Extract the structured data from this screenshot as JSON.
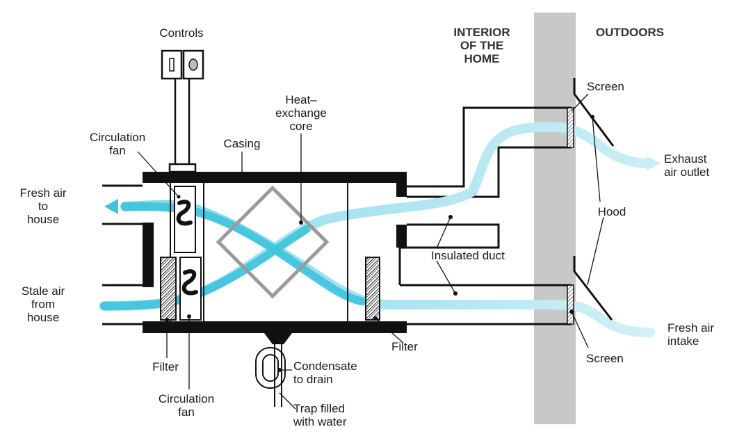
{
  "headings": {
    "interior": [
      "INTERIOR",
      "OF THE",
      "HOME"
    ],
    "outdoors": "OUTDOORS"
  },
  "labels": {
    "controls": "Controls",
    "circulation_fan_top": [
      "Circulation",
      "fan"
    ],
    "casing": "Casing",
    "heat_exchange_core": [
      "Heat–",
      "exchange",
      "core"
    ],
    "fresh_air_to_house": [
      "Fresh air",
      "to",
      "house"
    ],
    "stale_air_from_house": [
      "Stale air",
      "from",
      "house"
    ],
    "filter_left": "Filter",
    "circulation_fan_bottom": [
      "Circulation",
      "fan"
    ],
    "condensate_to_drain": [
      "Condensate",
      "to drain"
    ],
    "trap_filled_with_water": [
      "Trap filled",
      "with water"
    ],
    "filter_right": "Filter",
    "insulated_duct": "Insulated duct",
    "screen_top": "Screen",
    "exhaust_air_outlet": [
      "Exhaust",
      "air outlet"
    ],
    "hood": "Hood",
    "fresh_air_intake": [
      "Fresh air",
      "intake"
    ],
    "screen_bottom": "Screen"
  },
  "colors": {
    "airflow": "#3ec4dd",
    "airflow_light": "#bfeaf3",
    "casing": "#111111",
    "wall": "#c8c8c8",
    "core": "#9a9a9a"
  }
}
